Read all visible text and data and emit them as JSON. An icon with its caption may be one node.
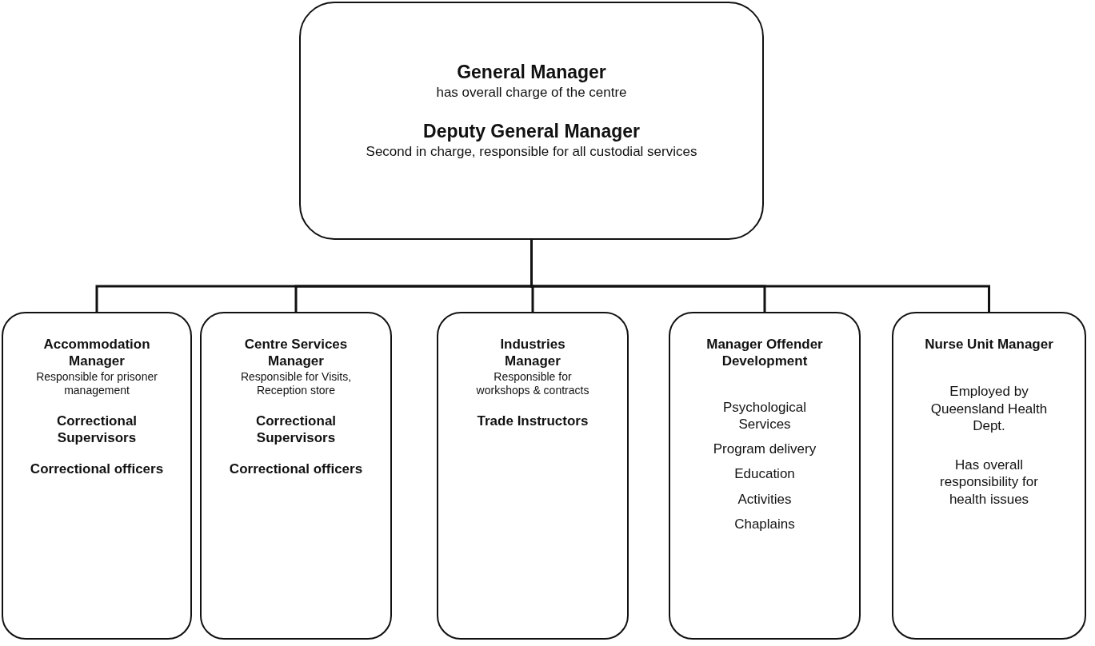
{
  "diagram": {
    "nodes": [
      {
        "text": [
          "General Manager",
          "has overall charge of the centre",
          "Deputy General Manager",
          "Second in charge, responsible for all custodial services"
        ]
      },
      {
        "text": [
          "Accommodation Manager",
          "Responsible for prisoner management",
          "Correctional Supervisors",
          "Correctional officers"
        ]
      },
      {
        "text": [
          "Centre Services Manager",
          "Responsible for Visits, Reception store",
          "Correctional Supervisors",
          "Correctional officers"
        ]
      },
      {
        "text": [
          "Industries Manager",
          "Responsible for workshops & contracts",
          "Trade Instructors"
        ]
      },
      {
        "text": [
          "Manager Offender Development",
          "Psychological Services",
          "Program delivery",
          "Education",
          "Activities",
          "Chaplains"
        ]
      },
      {
        "text": [
          "Nurse Unit Manager",
          "Employed by Queensland Health Dept.",
          "Has overall responsibility for health issues"
        ]
      }
    ],
    "edges": [
      {
        "from": 0,
        "to": 1,
        "arrow": "none"
      },
      {
        "from": 0,
        "to": 2,
        "arrow": "none"
      },
      {
        "from": 0,
        "to": 3,
        "arrow": "none"
      },
      {
        "from": 0,
        "to": 4,
        "arrow": "none"
      },
      {
        "from": 0,
        "to": 5,
        "arrow": "none"
      }
    ]
  }
}
